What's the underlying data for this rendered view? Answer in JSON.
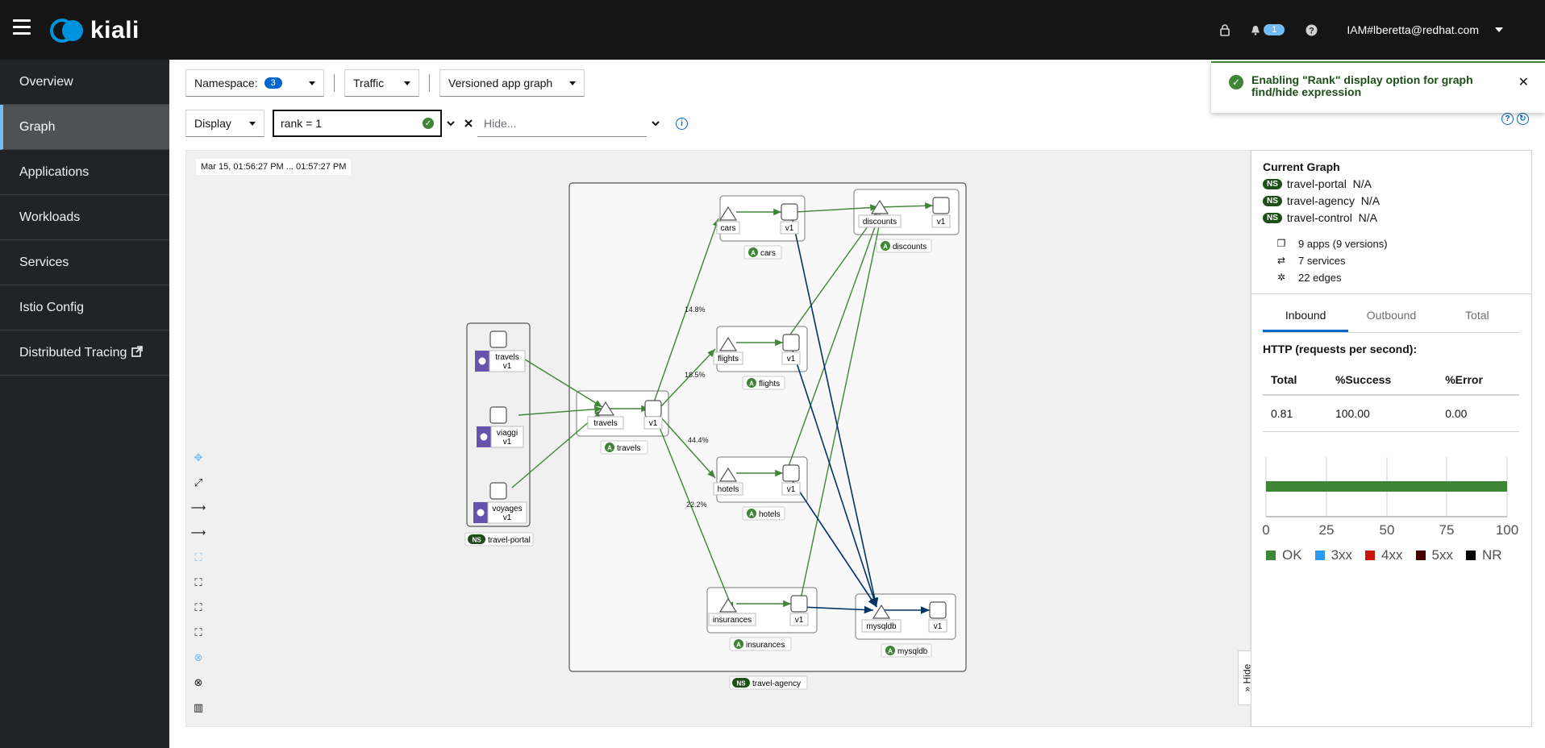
{
  "header": {
    "logo_text": "kiali",
    "notification_count": "1",
    "user": "IAM#lberetta@redhat.com"
  },
  "sidebar": {
    "items": [
      {
        "label": "Overview"
      },
      {
        "label": "Graph"
      },
      {
        "label": "Applications"
      },
      {
        "label": "Workloads"
      },
      {
        "label": "Services"
      },
      {
        "label": "Istio Config"
      },
      {
        "label": "Distributed Tracing"
      }
    ]
  },
  "toolbar": {
    "namespace_label": "Namespace:",
    "namespace_count": "3",
    "traffic_label": "Traffic",
    "graph_type": "Versioned app graph",
    "display_label": "Display",
    "find_value": "rank = 1",
    "hide_placeholder": "Hide..."
  },
  "toast": {
    "message": "Enabling \"Rank\" display option for graph find/hide expression"
  },
  "graph": {
    "time_range": "Mar 15, 01:56:27 PM ... 01:57:27 PM",
    "namespaces": {
      "portal": "travel-portal",
      "agency": "travel-agency"
    },
    "portal_workloads": [
      {
        "name": "travels",
        "version": "v1"
      },
      {
        "name": "viaggi",
        "version": "v1"
      },
      {
        "name": "voyages",
        "version": "v1"
      }
    ],
    "apps": [
      {
        "name": "travels",
        "version": "v1"
      },
      {
        "name": "cars",
        "version": "v1"
      },
      {
        "name": "discounts",
        "version": "v1"
      },
      {
        "name": "flights",
        "version": "v1"
      },
      {
        "name": "hotels",
        "version": "v1"
      },
      {
        "name": "insurances",
        "version": "v1"
      },
      {
        "name": "mysqldb",
        "version": "v1"
      }
    ],
    "edge_labels": [
      "14.8%",
      "18.5%",
      "44.4%",
      "22.2%"
    ],
    "app_badge": "A",
    "ns_badge": "NS",
    "hide_tab": "Hide"
  },
  "summary": {
    "title": "Current Graph",
    "namespaces": [
      {
        "name": "travel-portal",
        "value": "N/A"
      },
      {
        "name": "travel-agency",
        "value": "N/A"
      },
      {
        "name": "travel-control",
        "value": "N/A"
      }
    ],
    "apps": "9 apps (9 versions)",
    "services": "7 services",
    "edges": "22 edges",
    "tabs": [
      "Inbound",
      "Outbound",
      "Total"
    ],
    "http_title": "HTTP (requests per second):",
    "table": {
      "headers": [
        "Total",
        "%Success",
        "%Error"
      ],
      "row": [
        "0.81",
        "100.00",
        "0.00"
      ]
    },
    "chart_ticks": [
      "0",
      "25",
      "50",
      "75",
      "100"
    ],
    "ok_percent": 100,
    "legend": [
      {
        "label": "OK",
        "color": "#3e8635"
      },
      {
        "label": "3xx",
        "color": "#2b9af3"
      },
      {
        "label": "4xx",
        "color": "#c9190b"
      },
      {
        "label": "5xx",
        "color": "#470000"
      },
      {
        "label": "NR",
        "color": "#000000"
      }
    ]
  },
  "colors": {
    "edge_green": "#3e8635",
    "edge_blue": "#003366",
    "accent": "#0066cc"
  }
}
